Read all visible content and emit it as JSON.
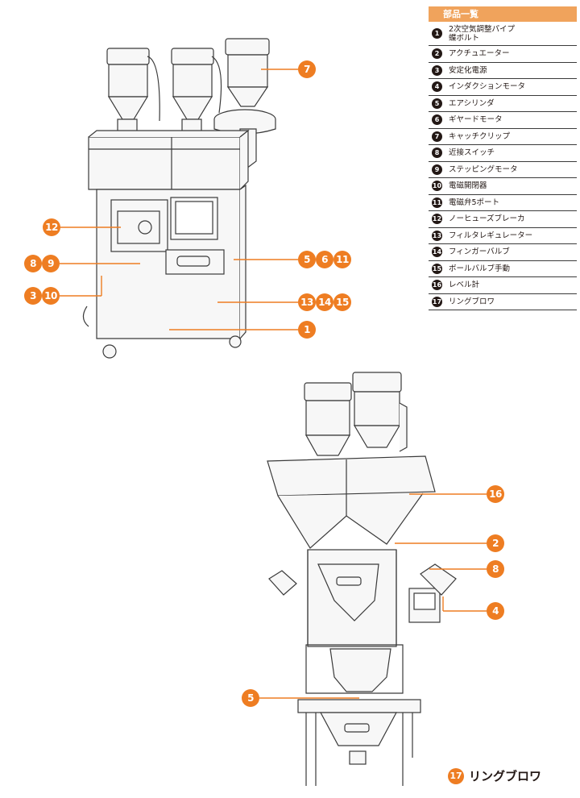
{
  "parts_table": {
    "header": "部品一覧",
    "items": [
      {
        "num": "1",
        "name_line1": "2次空気調整パイプ",
        "name_line2": "蝶ボルト"
      },
      {
        "num": "2",
        "name_line1": "アクチュエーター",
        "name_line2": ""
      },
      {
        "num": "3",
        "name_line1": "安定化電源",
        "name_line2": ""
      },
      {
        "num": "4",
        "name_line1": "インダクションモータ",
        "name_line2": ""
      },
      {
        "num": "5",
        "name_line1": "エアシリンダ",
        "name_line2": ""
      },
      {
        "num": "6",
        "name_line1": "ギヤードモータ",
        "name_line2": ""
      },
      {
        "num": "7",
        "name_line1": "キャッチクリップ",
        "name_line2": ""
      },
      {
        "num": "8",
        "name_line1": "近接スイッチ",
        "name_line2": ""
      },
      {
        "num": "9",
        "name_line1": "ステッピングモータ",
        "name_line2": ""
      },
      {
        "num": "10",
        "name_line1": "電磁開閉器",
        "name_line2": ""
      },
      {
        "num": "11",
        "name_line1": "電磁弁5ポート",
        "name_line2": ""
      },
      {
        "num": "12",
        "name_line1": "ノーヒューズブレーカ",
        "name_line2": ""
      },
      {
        "num": "13",
        "name_line1": "フィルタレギュレーター",
        "name_line2": ""
      },
      {
        "num": "14",
        "name_line1": "フィンガーバルブ",
        "name_line2": ""
      },
      {
        "num": "15",
        "name_line1": "ボールバルブ手動",
        "name_line2": ""
      },
      {
        "num": "16",
        "name_line1": "レベル計",
        "name_line2": ""
      },
      {
        "num": "17",
        "name_line1": "リングブロワ",
        "name_line2": ""
      }
    ]
  },
  "callouts_top": [
    {
      "id": "7",
      "label": "7"
    },
    {
      "id": "12",
      "label": "12"
    },
    {
      "id": "8-9",
      "labels": [
        "8",
        "9"
      ]
    },
    {
      "id": "3-10",
      "labels": [
        "3",
        "10"
      ]
    },
    {
      "id": "5-6-11",
      "labels": [
        "5",
        "6",
        "11"
      ]
    },
    {
      "id": "13-14-15",
      "labels": [
        "13",
        "14",
        "15"
      ]
    },
    {
      "id": "1",
      "label": "1"
    }
  ],
  "callouts_bottom": [
    {
      "id": "16",
      "label": "16"
    },
    {
      "id": "2",
      "label": "2"
    },
    {
      "id": "8",
      "label": "8"
    },
    {
      "id": "4",
      "label": "4"
    },
    {
      "id": "5",
      "label": "5"
    }
  ],
  "bottom_label": {
    "num": "17",
    "text": "リングブロワ"
  },
  "colors": {
    "accent": "#ee7d22",
    "header": "#f0a35c",
    "line": "#231815",
    "machine_fill": "#f4f4f4"
  }
}
